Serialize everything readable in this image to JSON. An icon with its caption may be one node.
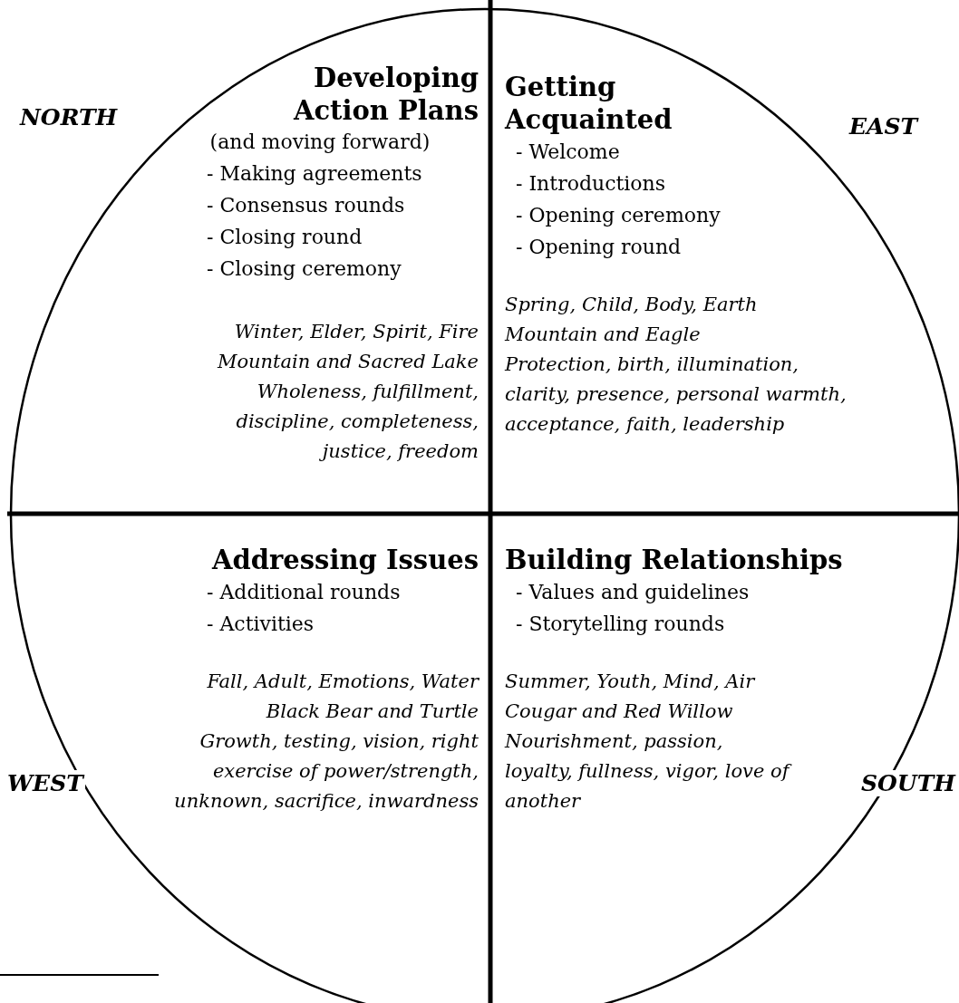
{
  "diagram": {
    "nodes": [
      {
        "text": [],
        "shape": "circle"
      },
      {
        "text": [
          "Developing Action Plans",
          "(and moving forward)",
          "- Making agreements",
          "- Consensus rounds",
          "- Closing round",
          "- Closing ceremony",
          "Winter, Elder, Spirit, Fire",
          "Mountain and Sacred Lake",
          "Wholeness, fulfillment, discipline, completeness, justice, freedom"
        ],
        "in": 0
      },
      {
        "text": [
          "Getting Acquainted",
          "- Welcome",
          "- Introductions",
          "- Opening ceremony",
          "- Opening round",
          "Spring, Child, Body, Earth",
          "Mountain and Eagle",
          "Protection, birth, illumination, clarity, presence, personal warmth, acceptance, faith, leadership"
        ],
        "in": 0
      },
      {
        "text": [
          "Addressing Issues",
          "- Additional rounds",
          "- Activities",
          "Fall, Adult, Emotions, Water",
          "Black Bear and Turtle",
          "Growth, testing, vision, right exercise of power/strength, unknown, sacrifice, inwardness"
        ],
        "in": 0
      },
      {
        "text": [
          "Building Relationships",
          "- Values and guidelines",
          "- Storytelling rounds",
          "Summer, Youth, Mind, Air",
          "Cougar and Red Willow",
          "Nourishment, passion, loyalty, fullness, vigor, love of another"
        ],
        "in": 0
      }
    ],
    "labels": [
      "NORTH",
      "EAST",
      "WEST",
      "SOUTH"
    ]
  }
}
